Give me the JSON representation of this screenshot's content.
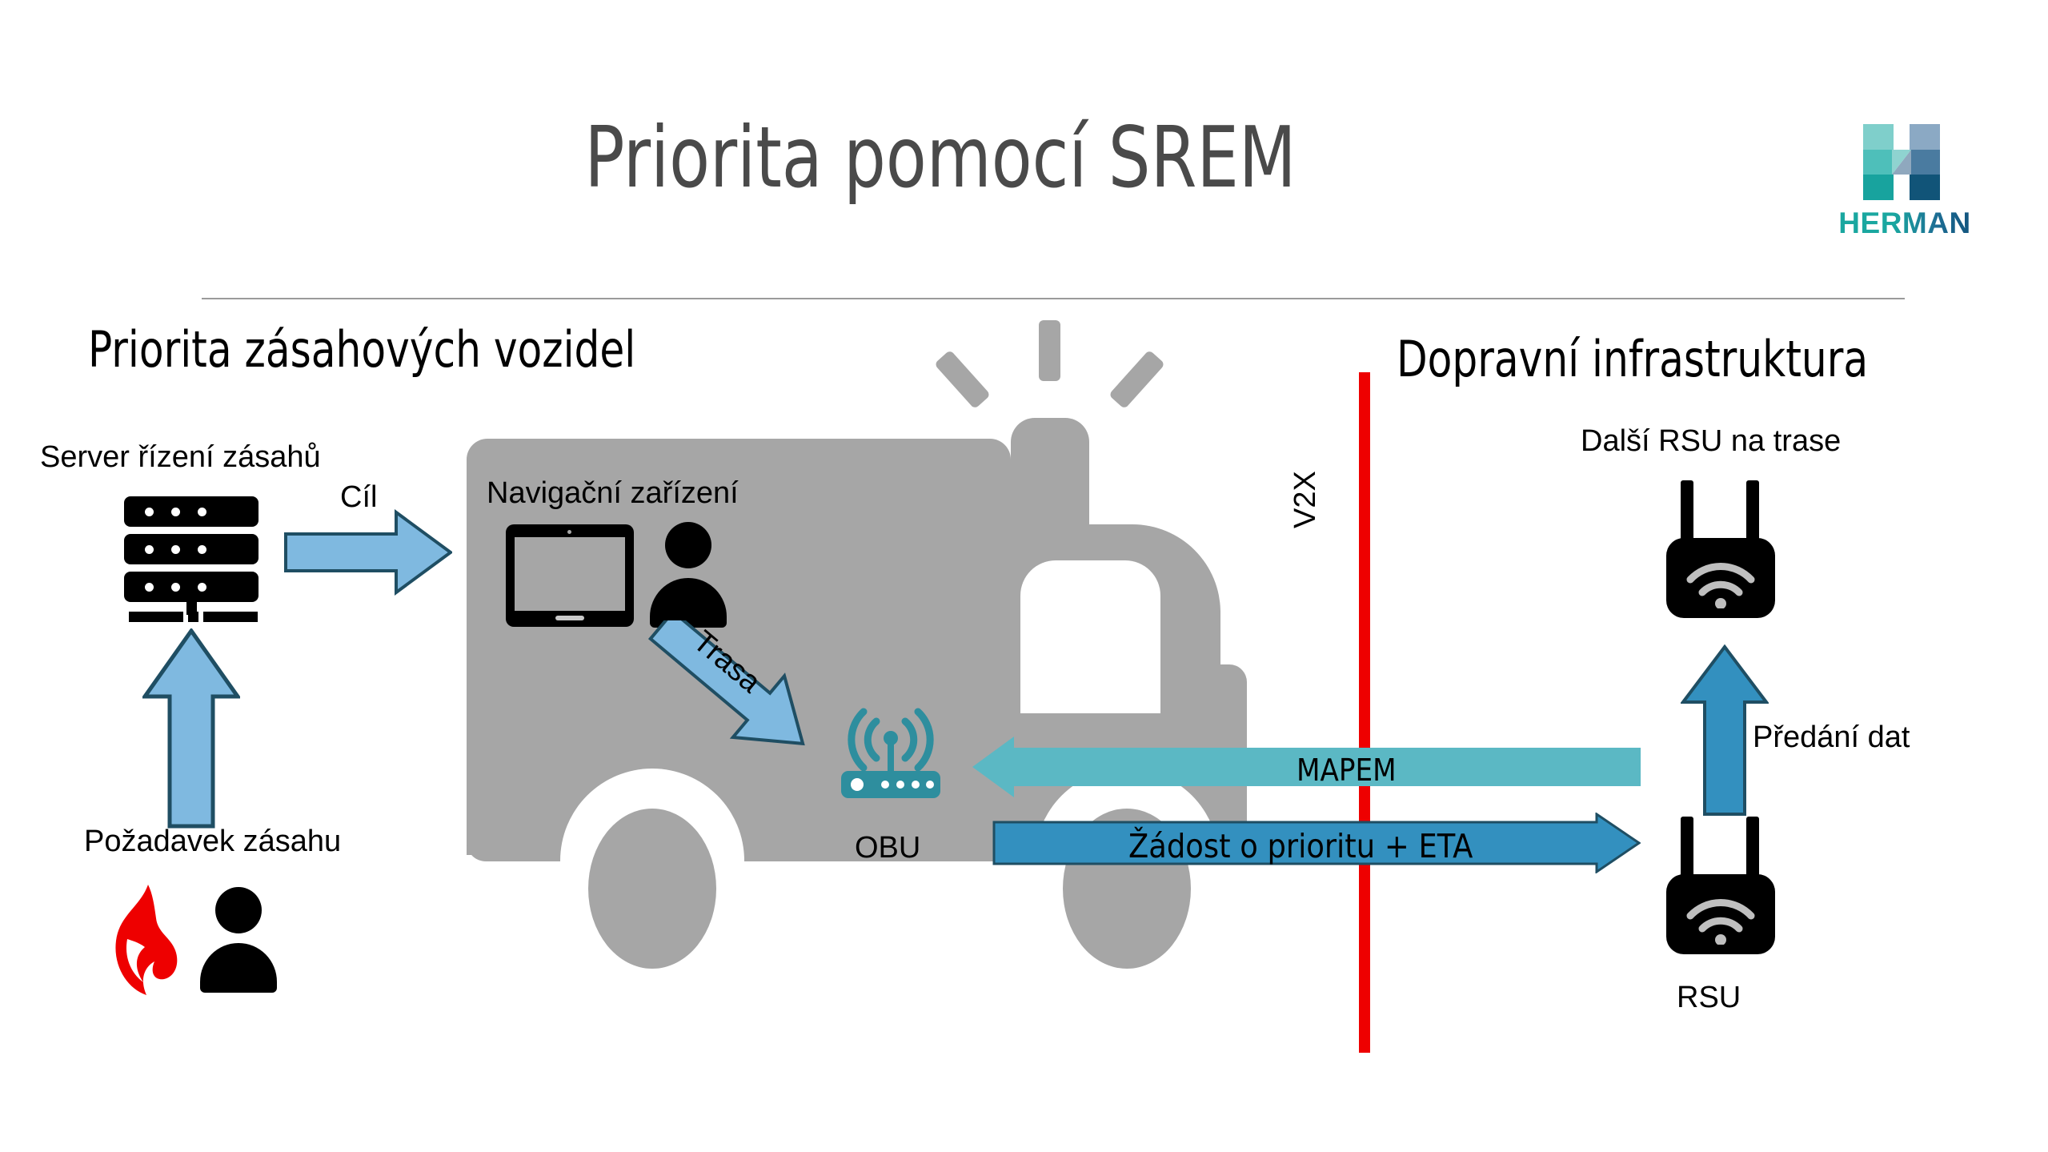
{
  "slide": {
    "title": "Priorita pomocí SREM",
    "logo": {
      "wordmark": "HERMAN",
      "icon_name": "herman-h-logo",
      "colors": {
        "teal_light": "#7FCFCB",
        "teal_mid": "#4EBFBA",
        "teal_dark": "#18A39E",
        "blue_light": "#8BA9C4",
        "blue_mid": "#4A7BA0",
        "blue_dark": "#115478"
      }
    },
    "headings": {
      "left": "Priorita zásahových vozidel",
      "right": "Dopravní infrastruktura"
    },
    "divider": {
      "label": "V2X",
      "color": "#EE0000"
    },
    "left_section": {
      "server_label": "Server řízení zásahů",
      "request_label": "Požadavek zásahu",
      "goal_arrow_label": "Cíl",
      "nav_device_label": "Navigační zařízení",
      "route_arrow_label": "Trasa",
      "obu_label": "OBU"
    },
    "right_section": {
      "next_rsu_label": "Další RSU na trase",
      "data_transfer_label": "Předání dat",
      "rsu_label": "RSU"
    },
    "messages": {
      "mapem": "MAPEM",
      "request": "Žádost o prioritu + ETA"
    },
    "colors": {
      "vehicle_gray": "#A6A6A6",
      "arrow_light_blue": "#7FB9E0",
      "arrow_outline": "#1F4E63",
      "arrow_teal": "#5BB8C4",
      "arrow_blue": "#3390BF",
      "obu_teal": "#2E8E9E",
      "flame_red": "#EE0000",
      "title_gray": "#4A4A4A"
    }
  }
}
